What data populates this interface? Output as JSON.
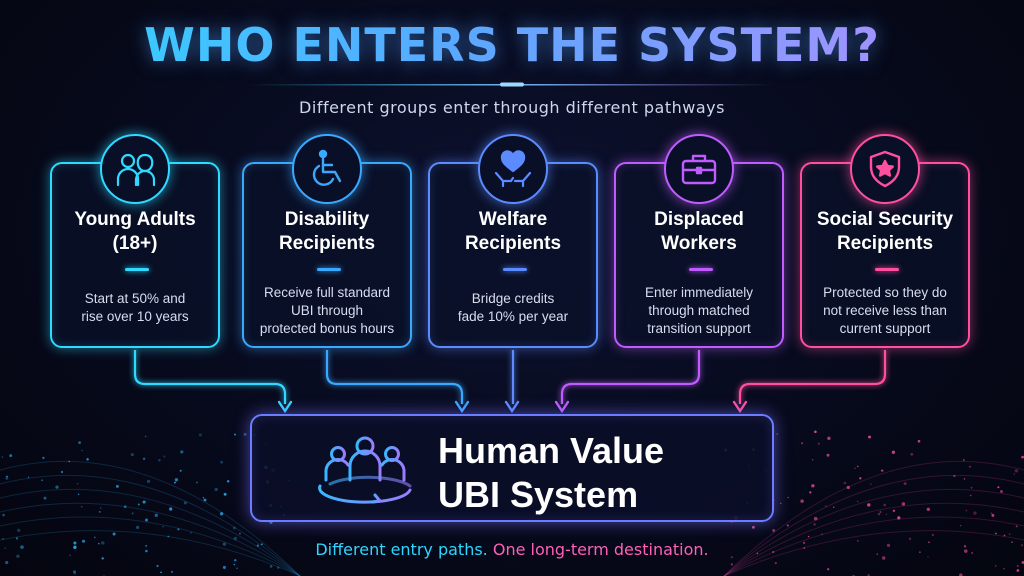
{
  "title": "WHO ENTERS THE SYSTEM?",
  "subtitle": "Different groups enter through different pathways",
  "groups": [
    {
      "title_line1": "Young Adults",
      "title_line2": "(18+)",
      "desc_line1": "Start at 50% and",
      "desc_line2": "rise over 10 years",
      "desc_line3": "",
      "icon": "people-icon",
      "color": "#2fd9ff"
    },
    {
      "title_line1": "Disability",
      "title_line2": "Recipients",
      "desc_line1": "Receive full standard",
      "desc_line2": "UBI through",
      "desc_line3": "protected bonus hours",
      "icon": "wheelchair-icon",
      "color": "#3aa8ff"
    },
    {
      "title_line1": "Welfare",
      "title_line2": "Recipients",
      "desc_line1": "Bridge credits",
      "desc_line2": "fade 10% per year",
      "desc_line3": "",
      "icon": "heart-hands-icon",
      "color": "#5c8bff"
    },
    {
      "title_line1": "Displaced",
      "title_line2": "Workers",
      "desc_line1": "Enter immediately",
      "desc_line2": "through matched",
      "desc_line3": "transition support",
      "icon": "briefcase-icon",
      "color": "#c05cff"
    },
    {
      "title_line1": "Social Security",
      "title_line2": "Recipients",
      "desc_line1": "Protected so they do",
      "desc_line2": "not receive less than",
      "desc_line3": "current support",
      "icon": "shield-star-icon",
      "color": "#ff4f9f"
    }
  ],
  "destination": {
    "line1": "Human Value",
    "line2": "UBI System",
    "icon": "community-cycle-icon"
  },
  "footer": {
    "part1": "Different entry paths.",
    "part2": "One long-term destination."
  }
}
